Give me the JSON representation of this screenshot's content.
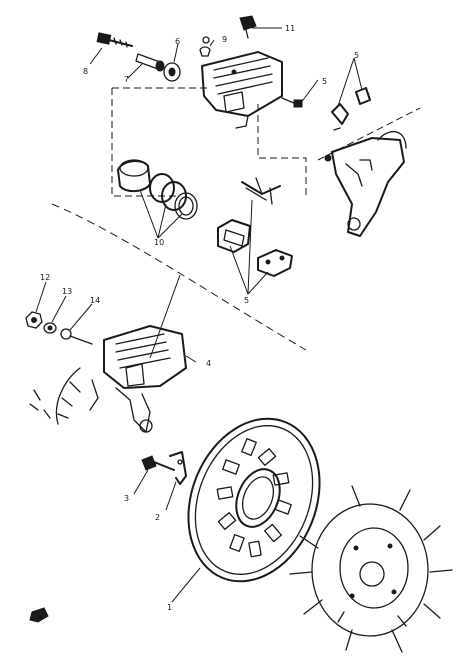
{
  "diagram": {
    "callouts": [
      {
        "id": "c1",
        "text": "1"
      },
      {
        "id": "c2",
        "text": "2"
      },
      {
        "id": "c3",
        "text": "3"
      },
      {
        "id": "c4",
        "text": "4"
      },
      {
        "id": "c5a",
        "text": "5"
      },
      {
        "id": "c5b",
        "text": "5"
      },
      {
        "id": "c5c",
        "text": "5"
      },
      {
        "id": "c6",
        "text": "6"
      },
      {
        "id": "c7",
        "text": "7"
      },
      {
        "id": "c8",
        "text": "8"
      },
      {
        "id": "c9",
        "text": "9"
      },
      {
        "id": "c10",
        "text": "10"
      },
      {
        "id": "c11",
        "text": "11"
      },
      {
        "id": "c12",
        "text": "12"
      },
      {
        "id": "c13",
        "text": "13"
      },
      {
        "id": "c14",
        "text": "14"
      }
    ]
  }
}
